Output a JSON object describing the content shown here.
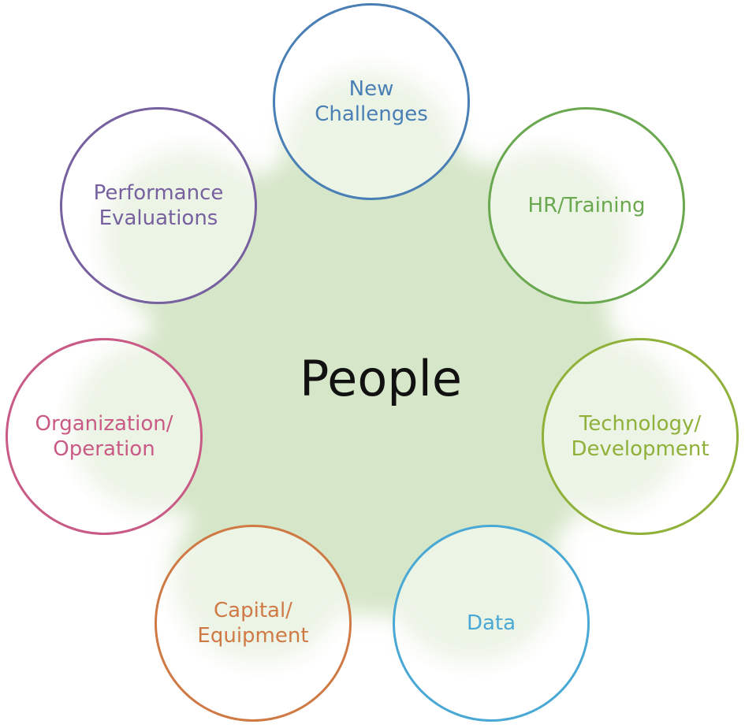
{
  "diagram": {
    "center": {
      "label": "People",
      "fill_color": "#d6e6c8"
    },
    "nodes": [
      {
        "id": "new-challenges",
        "label": "New\nChallenges",
        "color": "#4a7fb5"
      },
      {
        "id": "hr-training",
        "label": "HR/Training",
        "color": "#6aa84f"
      },
      {
        "id": "tech-dev",
        "label": "Technology/\nDevelopment",
        "color": "#8fb13a"
      },
      {
        "id": "data",
        "label": "Data",
        "color": "#49a9d4"
      },
      {
        "id": "capital",
        "label": "Capital/\nEquipment",
        "color": "#cf7a45"
      },
      {
        "id": "organization",
        "label": "Organization/\nOperation",
        "color": "#c95a85"
      },
      {
        "id": "performance",
        "label": "Performance\nEvaluations",
        "color": "#76609f"
      }
    ]
  }
}
